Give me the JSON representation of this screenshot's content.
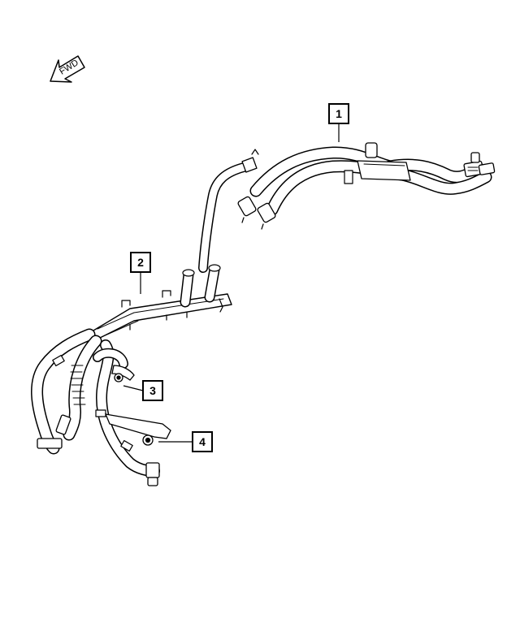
{
  "diagram": {
    "fwd_label": "FWD",
    "callouts": [
      {
        "id": "1",
        "label": "1"
      },
      {
        "id": "2",
        "label": "2"
      },
      {
        "id": "3",
        "label": "3"
      },
      {
        "id": "4",
        "label": "4"
      }
    ],
    "colors": {
      "line": "#000000",
      "fill": "#ffffff",
      "shade": "#d9d9d9"
    },
    "parts": [
      "heater-hose-assembly",
      "heater-hose-harness",
      "nut",
      "bracket-with-nut"
    ]
  }
}
